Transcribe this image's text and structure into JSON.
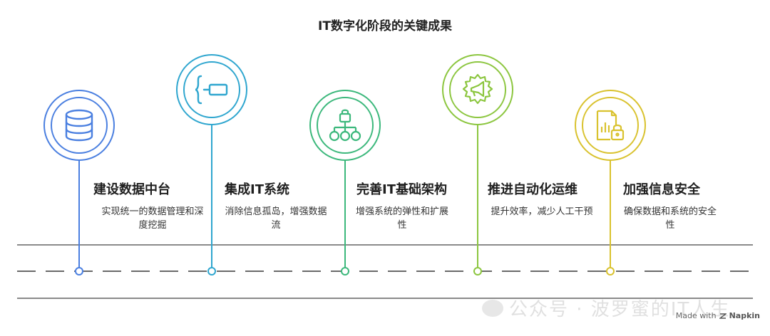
{
  "title": "IT数字化阶段的关键成果",
  "steps": [
    {
      "title": "建设数据中台",
      "desc": "实现统一的数据管理和深度挖掘",
      "icon": "database-icon",
      "color": "#4a7fe0"
    },
    {
      "title": "集成IT系统",
      "desc": "消除信息孤岛，增强数据流",
      "icon": "brace-connector-icon",
      "color": "#2fa6cf"
    },
    {
      "title": "完善IT基础架构",
      "desc": "增强系统的弹性和扩展性",
      "icon": "lock-hierarchy-icon",
      "color": "#3cb87c"
    },
    {
      "title": "推进自动化运维",
      "desc": "提升效率，减少人工干预",
      "icon": "gear-megaphone-icon",
      "color": "#8cc63f"
    },
    {
      "title": "加强信息安全",
      "desc": "确保数据和系统的安全性",
      "icon": "secure-report-icon",
      "color": "#d9c22e"
    }
  ],
  "watermark": "公众号 · 波罗蜜的IT人生",
  "credit": {
    "prefix": "Made with",
    "brand": "Napkin"
  }
}
